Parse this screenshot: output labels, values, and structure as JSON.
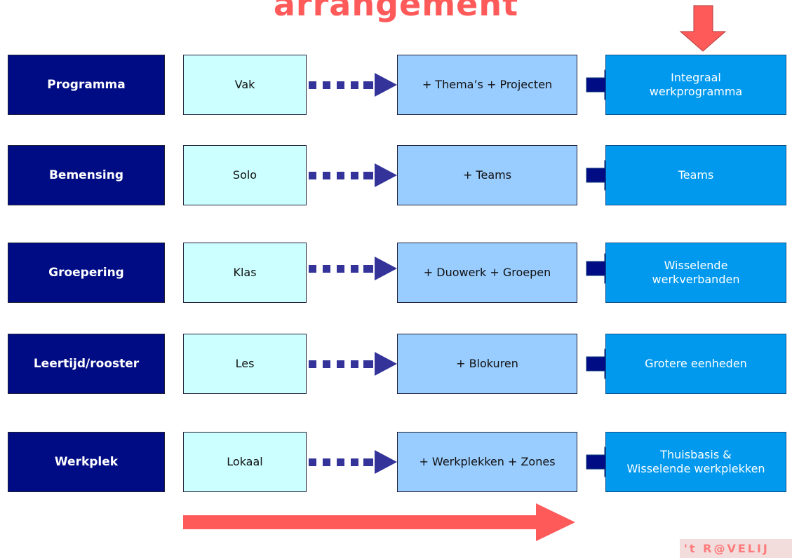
{
  "title": "arrangement",
  "rows": [
    {
      "category": "Programma",
      "current": "Vak",
      "added": "+ Thema’s + Projecten",
      "result": [
        "Integraal",
        "werkprogramma"
      ]
    },
    {
      "category": "Bemensing",
      "current": "Solo",
      "added": "+ Teams",
      "result": [
        "Teams"
      ]
    },
    {
      "category": "Groepering",
      "current": "Klas",
      "added": "+ Duowerk + Groepen",
      "result": [
        "Wisselende",
        "werkverbanden"
      ]
    },
    {
      "category": "Leertijd/rooster",
      "current": "Les",
      "added": "+ Blokuren",
      "result": [
        "Grotere eenheden"
      ]
    },
    {
      "category": "Werkplek",
      "current": "Lokaal",
      "added": "+ Werkplekken + Zones",
      "result": [
        "Thuisbasis &",
        "Wisselende werkplekken"
      ]
    }
  ],
  "logo": "'t R@VELIJ",
  "colors": {
    "category_fill": "#000c84",
    "current_fill": "#ccffff",
    "added_fill": "#99ccff",
    "result_fill": "#0099ee",
    "dotted_arrow": "#33339a",
    "solid_arrow": "#000c84",
    "big_arrow": "#ff5a5a"
  }
}
